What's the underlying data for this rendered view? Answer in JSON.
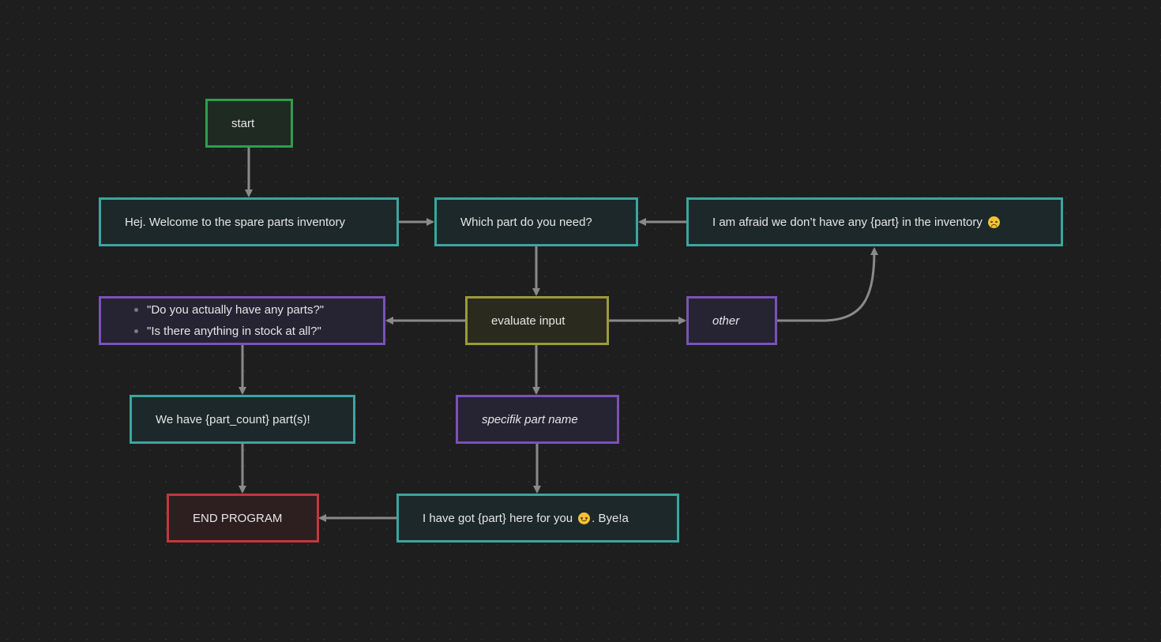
{
  "nodes": {
    "start": {
      "label": "start"
    },
    "welcome": {
      "label": "Hej. Welcome to the spare parts inventory"
    },
    "which_part": {
      "label": "Which part do you need?"
    },
    "afraid": {
      "label": "I am afraid we don’t have any {part} in the inventory",
      "icon": "sad-face-emoji-icon"
    },
    "questions": {
      "items": [
        "\"Do you actually have any parts?\"",
        "\"Is there anything in stock at all?\""
      ]
    },
    "evaluate": {
      "label": "evaluate input"
    },
    "other": {
      "label": "other"
    },
    "part_count": {
      "label": "We have {part_count} part(s)!"
    },
    "specific": {
      "label": "specifik part name"
    },
    "end": {
      "label": "END PROGRAM"
    },
    "have_part": {
      "label_before": "I have got {part} here for you",
      "label_after": ". Bye!a",
      "icon": "smiling-face-emoji-icon"
    }
  },
  "edges": [
    {
      "from": "start",
      "to": "welcome"
    },
    {
      "from": "welcome",
      "to": "which_part"
    },
    {
      "from": "afraid",
      "to": "which_part"
    },
    {
      "from": "which_part",
      "to": "evaluate"
    },
    {
      "from": "evaluate",
      "to": "questions"
    },
    {
      "from": "evaluate",
      "to": "other"
    },
    {
      "from": "evaluate",
      "to": "specific"
    },
    {
      "from": "other",
      "to": "afraid"
    },
    {
      "from": "questions",
      "to": "part_count"
    },
    {
      "from": "part_count",
      "to": "end"
    },
    {
      "from": "specific",
      "to": "have_part"
    },
    {
      "from": "have_part",
      "to": "end"
    }
  ],
  "colors": {
    "background": "#1e1e1e",
    "edge": "#8a8a8a",
    "start_border": "#2e9e4f",
    "message_border": "#3aa6a0",
    "condition_border": "#7a52b8",
    "decision_border": "#9c9a3c",
    "end_border": "#c0393c"
  }
}
